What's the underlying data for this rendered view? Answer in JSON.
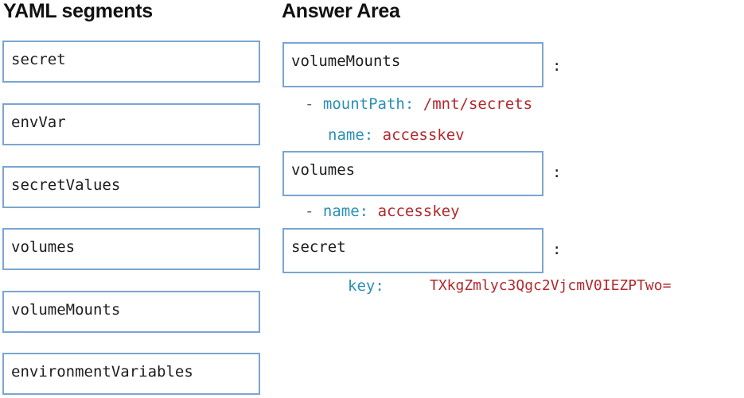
{
  "headings": {
    "segments": "YAML segments",
    "answer_area": "Answer Area"
  },
  "segments": [
    "secret",
    "envVar",
    "secretValues",
    "volumes",
    "volumeMounts",
    "environmentVariables"
  ],
  "answer_area": {
    "slots": [
      "volumeMounts",
      "volumes",
      "secret"
    ],
    "colon": ":",
    "dash": "-",
    "lines": {
      "mount_path_key": "mountPath:",
      "mount_path_value": "/mnt/secrets",
      "mount_name_key": "name:",
      "mount_name_value": "accesskev",
      "volume_name_key": "name:",
      "volume_name_value": "accesskey",
      "secret_key_key": "key:",
      "secret_key_value": "TXkgZmlyc3Qgc2VjcmV0IEZPTwo="
    }
  },
  "colors": {
    "box_border": "#7aa5d2",
    "yaml_key": "#2b8fb5",
    "yaml_value": "#b3282d"
  }
}
